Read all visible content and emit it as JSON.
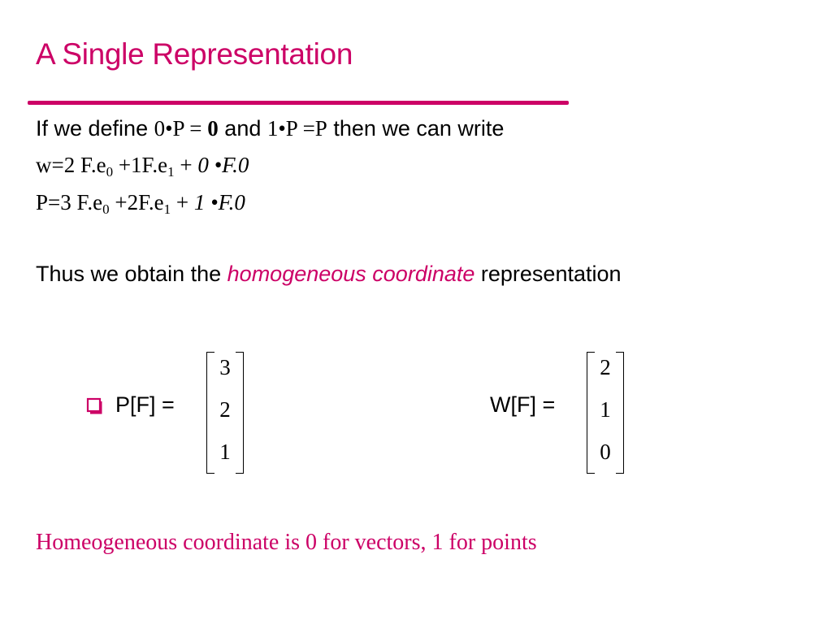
{
  "title": "A Single Representation",
  "colors": {
    "accent": "#cc0066",
    "text": "#000000",
    "background": "#ffffff"
  },
  "define_line": {
    "t1": "If we define ",
    "m1": "0•P = ",
    "m1_bold": "0",
    "t2": " and ",
    "m2": "1•P =P",
    "t3": " then we can write"
  },
  "w_line": {
    "a": "w=2 F.e",
    "sub1": "0",
    "b": " +1F.e",
    "sub2": "1",
    "c": " + ",
    "d": "0 •F.0"
  },
  "p_line": {
    "a": "P=3 F.e",
    "sub1": "0",
    "b": " +2F.e",
    "sub2": "1",
    "c": " + ",
    "d": "1 •F.0"
  },
  "thus_line": {
    "a": "Thus we obtain the ",
    "b": "homogeneous coordinate",
    "c": " representation"
  },
  "p_matrix": {
    "label": "P[F] =",
    "values": [
      "3",
      "2",
      "1"
    ]
  },
  "w_matrix": {
    "label": "W[F] =",
    "values": [
      "2",
      "1",
      "0"
    ]
  },
  "bullet_icon": "hollow-square-bullet",
  "footer": "Homeogeneous coordinate is 0 for vectors, 1 for points"
}
